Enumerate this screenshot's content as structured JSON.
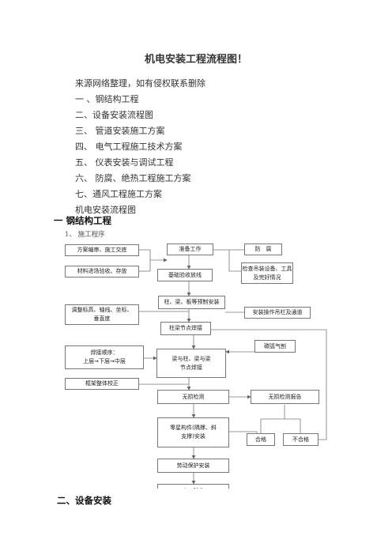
{
  "doc": {
    "title": "机电安装工程流程图！",
    "toc": [
      "来源网络整理，如有侵权联系删除",
      "一 、钢结构工程",
      "二、设备安装流程图",
      "三、 管道安装施工方案",
      "四、 电气工程施工技术方案",
      "五、 仪表安装与调试工程",
      "六、 防腐、绝热工程施工方案",
      "七、通风工程施工方案",
      "机电安装流程图"
    ],
    "section1_title": "一 钢结构工程",
    "section1_sub": "1、  施工程序",
    "section2_title": "二、设备安装"
  },
  "flow": {
    "plan_review": "方案编审、施工交底",
    "materials": "材料进场验收、存放",
    "prepare": "准备工作",
    "anticorrosion": "防　腐",
    "inspect_equipment": "检查吊装设备、工具\n及完好情况",
    "foundation": "基础验收放线",
    "prefab": "柱、梁、板等预制安装",
    "adjust": "调整标高、轴线、坐标、\n垂直度",
    "platform": "安装操作吊栏及通道",
    "column_weld": "柱梁节点焊接",
    "arc_gouging": "碳弧气刨",
    "weld_order": "焊接顺序：\n上层➞下层➞中层",
    "beam_weld": "梁与柱、梁与梁\n节点焊接",
    "frame_correct": "框架整体校正",
    "ndt": "无损检测",
    "ndt_report": "无损检测报告",
    "parts_install": "零星构件(隅撑、斜\n支撑)安装",
    "pass": "合格",
    "fail": "不合格",
    "safety": "劳动保护安装",
    "cut_box": "交工验收"
  }
}
